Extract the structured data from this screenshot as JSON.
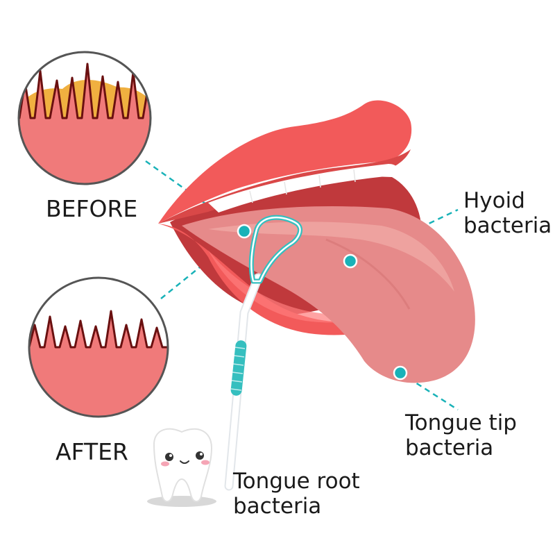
{
  "labels": {
    "before": "BEFORE",
    "after": "AFTER",
    "hyoid": {
      "line1": "Hyoid",
      "line2": "bacteria"
    },
    "tongue_tip": {
      "line1": "Tongue tip",
      "line2": "bacteria"
    },
    "tongue_root": {
      "line1": "Tongue root",
      "line2": "bacteria"
    }
  },
  "colors": {
    "lip": "#f25a5a",
    "lip_shadow": "#d94848",
    "mouth_inside": "#c0393c",
    "tongue": "#e68a8a",
    "tongue_light": "#f0a8a4",
    "papillae_pink": "#f07a7a",
    "papillae_outline": "#6a1010",
    "bacteria_yellow": "#f0b040",
    "teal_line": "#19b2b8",
    "scraper": "#ffffff",
    "scraper_teal": "#35bfbf"
  },
  "icons": {
    "tooth_mascot": "tooth-mascot-icon",
    "tongue_scraper": "tongue-scraper-icon"
  }
}
